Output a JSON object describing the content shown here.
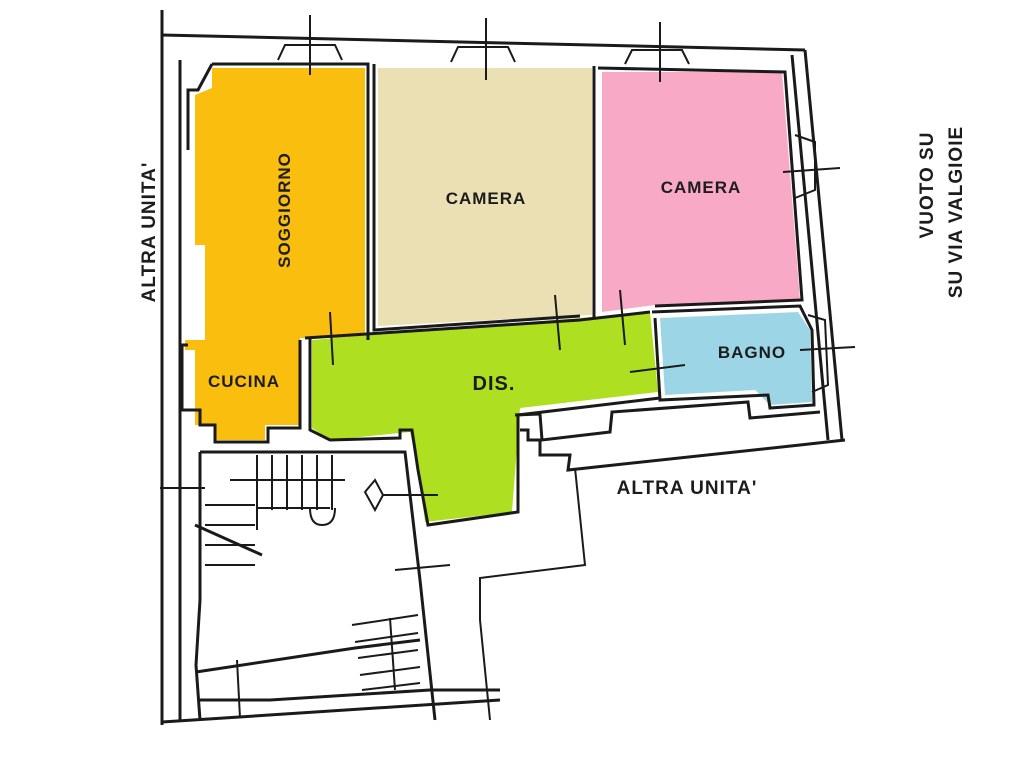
{
  "diagram": {
    "type": "floor-plan",
    "rooms": [
      {
        "id": "soggiorno",
        "label": "SOGGIORNO",
        "color": "#F9BE0E",
        "orientation": "vertical"
      },
      {
        "id": "camera-1",
        "label": "CAMERA",
        "color": "#EBDFB4"
      },
      {
        "id": "camera-2",
        "label": "CAMERA",
        "color": "#F7A9C6"
      },
      {
        "id": "cucina",
        "label": "CUCINA",
        "color": "#F9BE0E"
      },
      {
        "id": "dis",
        "label": "DIS.",
        "color": "#AEE021"
      },
      {
        "id": "bagno",
        "label": "BAGNO",
        "color": "#9CD5E6"
      }
    ],
    "annotations": {
      "left": "ALTRA UNITA'",
      "bottom_right": "ALTRA UNITA'",
      "right_line1": "VUOTO SU",
      "right_line2": "SU VIA VALGIOIE"
    },
    "colors": {
      "wall": "#1a1a1a",
      "background": "#ffffff"
    }
  }
}
